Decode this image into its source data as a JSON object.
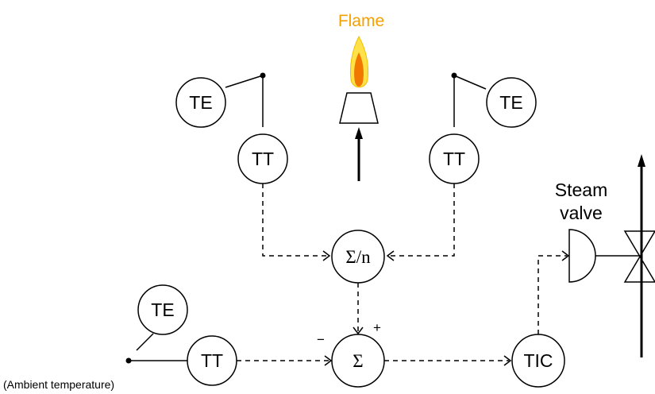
{
  "instruments": {
    "te_left": "TE",
    "tt_left": "TT",
    "te_right": "TE",
    "tt_right": "TT",
    "te_ambient": "TE",
    "tt_ambient": "TT",
    "tic": "TIC"
  },
  "functions": {
    "average": "Σ/n",
    "summer": "Σ",
    "plus_sign": "+",
    "minus_sign": "−"
  },
  "labels": {
    "flame": "Flame",
    "steam_valve_line1": "Steam",
    "steam_valve_line2": "valve",
    "ambient": "(Ambient temperature)"
  },
  "colors": {
    "flame_label": "#f5a000",
    "flame_outer": "#ffe24a",
    "flame_inner": "#f07800"
  }
}
